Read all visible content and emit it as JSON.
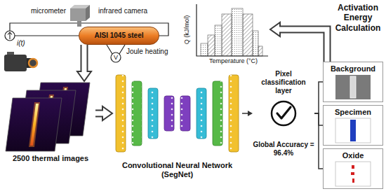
{
  "diagram": {
    "nodes": [
      {
        "text": [
          "AISI 1045 steel"
        ]
      },
      {
        "text": [
          "2500 thermal images"
        ]
      },
      {
        "text": [
          "Convolutional Neural Network (SegNet)"
        ]
      },
      {
        "text": [
          "Pixel classification layer",
          "Global Accuracy = 96.4%"
        ]
      },
      {
        "text": [
          "Background"
        ]
      },
      {
        "text": [
          "Specimen"
        ]
      },
      {
        "text": [
          "Oxide"
        ]
      },
      {
        "text": [
          "Q (kJ/mol)",
          "Temperature (°C)"
        ]
      }
    ],
    "edges": [
      {
        "from": 0,
        "to": 1,
        "arrow": "to"
      },
      {
        "from": 1,
        "to": 2,
        "arrow": "to"
      },
      {
        "from": 2,
        "to": 3,
        "arrow": "to"
      },
      {
        "from": 3,
        "to": 4,
        "arrow": "none"
      },
      {
        "from": 3,
        "to": 5,
        "arrow": "none"
      },
      {
        "from": 3,
        "to": 6,
        "arrow": "none"
      },
      {
        "from": 4,
        "to": 7,
        "label": "Activation Energy Calculation",
        "arrow": "to"
      }
    ],
    "labels": [
      "micrometer",
      "i(t)",
      "V",
      "Joule heating",
      "infrared camera"
    ]
  }
}
